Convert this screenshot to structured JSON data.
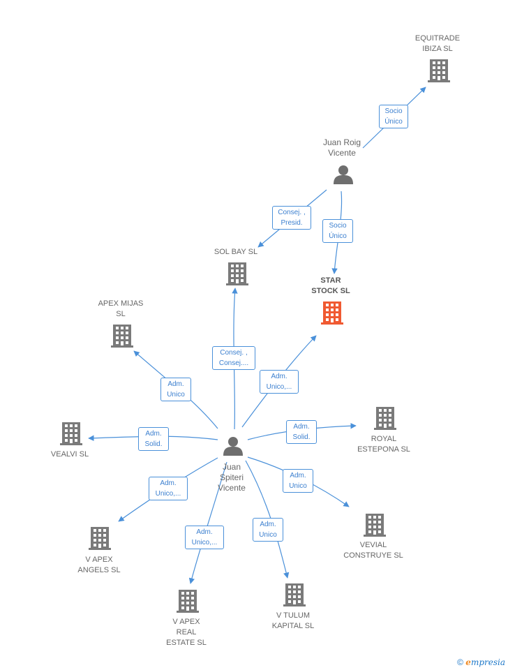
{
  "colors": {
    "edge": "#4a90d9",
    "company": "#7a7a7a",
    "company_main": "#f05a32",
    "person": "#6e6e6e"
  },
  "companies": [
    {
      "id": "equitrade",
      "label": "EQUITRADE\nIBIZA  SL",
      "main": false
    },
    {
      "id": "solbay",
      "label": "SOL BAY SL",
      "main": false
    },
    {
      "id": "star",
      "label": "STAR\nSTOCK  SL",
      "main": true
    },
    {
      "id": "apexmijas",
      "label": "APEX MIJAS\nSL",
      "main": false
    },
    {
      "id": "vealvi",
      "label": "VEALVI SL",
      "main": false
    },
    {
      "id": "royal",
      "label": "ROYAL\nESTEPONA  SL",
      "main": false
    },
    {
      "id": "vevial",
      "label": "VEVIAL\nCONSTRUYE SL",
      "main": false
    },
    {
      "id": "vapexangels",
      "label": "V APEX\nANGELS  SL",
      "main": false
    },
    {
      "id": "vapexreal",
      "label": "V APEX\nREAL\nESTATE  SL",
      "main": false
    },
    {
      "id": "vtulum",
      "label": "V TULUM\nKAPITAL  SL",
      "main": false
    }
  ],
  "persons": [
    {
      "id": "juanroig",
      "label": "Juan Roig\nVicente"
    },
    {
      "id": "juanspiteri",
      "label": "Juan\nSpiteri\nVicente"
    }
  ],
  "edges": [
    {
      "id": "e1",
      "label": "Socio\nÚnico"
    },
    {
      "id": "e2",
      "label": "Consej. ,\nPresid."
    },
    {
      "id": "e3",
      "label": "Socio\nÚnico"
    },
    {
      "id": "e4",
      "label": "Consej. ,\nConsej...."
    },
    {
      "id": "e5",
      "label": "Adm.\nUnico,..."
    },
    {
      "id": "e6",
      "label": "Adm.\nUnico"
    },
    {
      "id": "e7",
      "label": "Adm.\nSolid."
    },
    {
      "id": "e8",
      "label": "Adm.\nSolid."
    },
    {
      "id": "e9",
      "label": "Adm.\nUnico"
    },
    {
      "id": "e10",
      "label": "Adm.\nUnico,..."
    },
    {
      "id": "e11",
      "label": "Adm.\nUnico,..."
    },
    {
      "id": "e12",
      "label": "Adm.\nUnico"
    }
  ],
  "footer": {
    "copyright": "©",
    "brand_first": "e",
    "brand_rest": "mpresia"
  }
}
